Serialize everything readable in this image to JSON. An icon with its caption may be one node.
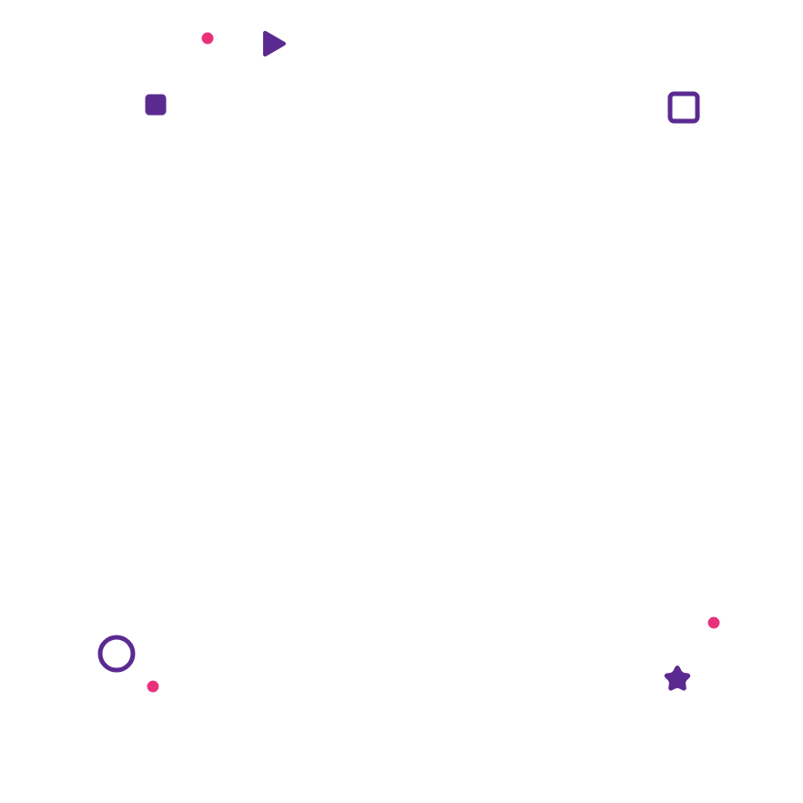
{
  "diagram": {
    "nodes": [
      {
        "text": [],
        "shape": "circle"
      },
      {
        "text": [],
        "shape": "triangle"
      },
      {
        "text": [],
        "shape": "box"
      },
      {
        "text": [],
        "shape": "box"
      },
      {
        "text": [],
        "shape": "circle"
      },
      {
        "text": [],
        "shape": "circle"
      },
      {
        "text": [],
        "shape": "star"
      },
      {
        "text": [],
        "shape": "circle"
      }
    ]
  }
}
